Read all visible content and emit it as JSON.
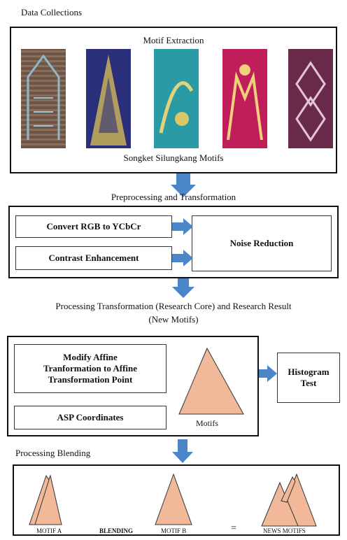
{
  "section_titles": {
    "data_collections": "Data Collections",
    "preprocessing": "Preprocessing and Transformation",
    "processing_line1": "Processing Transformation (Research Core) and Research Result",
    "processing_line2": "(New Motifs)",
    "blending": "Processing Blending"
  },
  "data_box": {
    "title": "Motif Extraction",
    "caption": "Songket Silungkang Motifs",
    "swatches": [
      {
        "name": "motif-image-1",
        "color": "#7a5a4a"
      },
      {
        "name": "motif-image-2",
        "color": "#2a2f7a"
      },
      {
        "name": "motif-image-3",
        "color": "#2a9aa4"
      },
      {
        "name": "motif-image-4",
        "color": "#c01e5a"
      },
      {
        "name": "motif-image-5",
        "color": "#6a2a4a"
      }
    ]
  },
  "preprocess_box": {
    "step1": "Convert RGB to YCbCr",
    "step2": "Contrast Enhancement",
    "step3": "Noise Reduction"
  },
  "processing_box": {
    "step1_l1": "Modify Affine",
    "step1_l2": "Tranformation to Affine",
    "step1_l3": "Transformation Point",
    "step2": "ASP Coordinates",
    "motifs_label": "Motifs",
    "histogram_l1": "Histogram",
    "histogram_l2": "Test"
  },
  "blending_box": {
    "motif_a": "MOTIF A",
    "blending": "BLENDING",
    "motif_b": "MOTIF B",
    "equals": "=",
    "result": "NEWS MOTIFS"
  },
  "colors": {
    "arrow": "#4a86c8",
    "triangle": "#f1b89a"
  }
}
